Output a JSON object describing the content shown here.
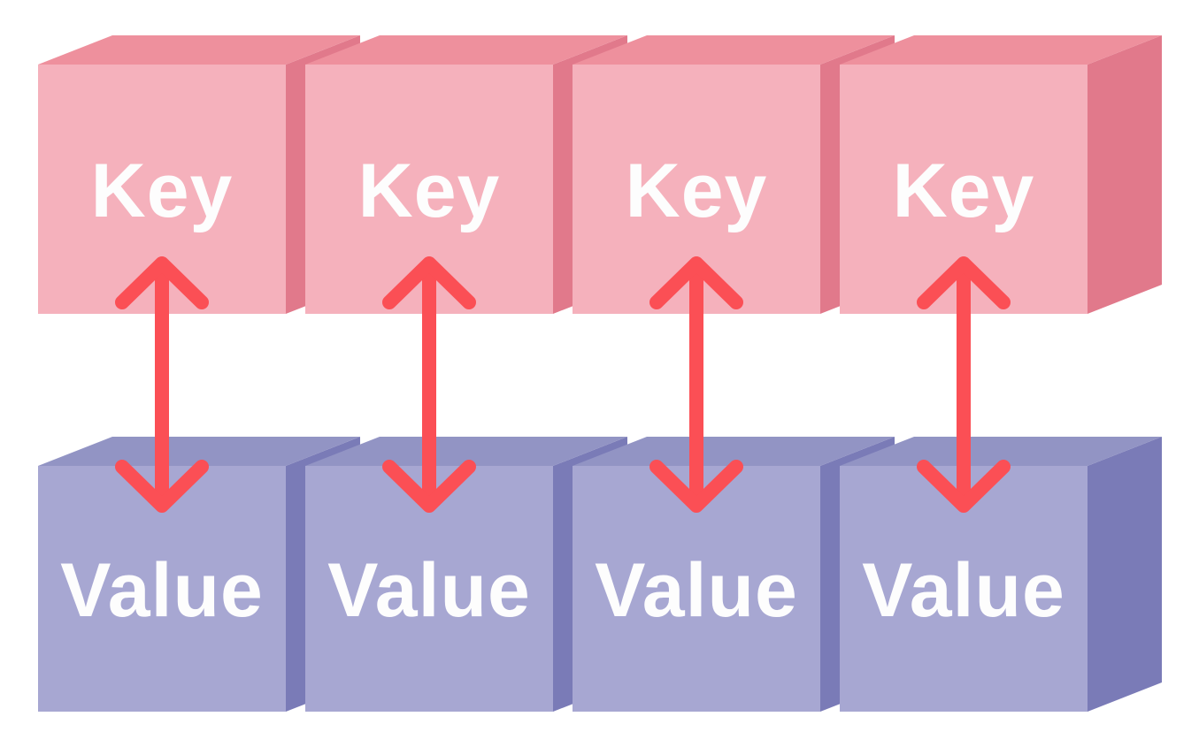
{
  "diagram": {
    "background_color": "#FFFFFF",
    "rows": [
      {
        "id": "key-row",
        "label": "Key",
        "cube_count": 4,
        "text_color": "#FDFDFD",
        "colors": {
          "front": "#F5B1BC",
          "top": "#EE909D",
          "side": "#E1798B"
        }
      },
      {
        "id": "value-row",
        "label": "Value",
        "cube_count": 4,
        "text_color": "#FDFDFD",
        "colors": {
          "front": "#A7A7D2",
          "top": "#9294C4",
          "side": "#7A7BB7"
        }
      }
    ],
    "arrows": {
      "count": 4,
      "style": "double-headed-vertical",
      "color": "#FB4F55"
    }
  }
}
